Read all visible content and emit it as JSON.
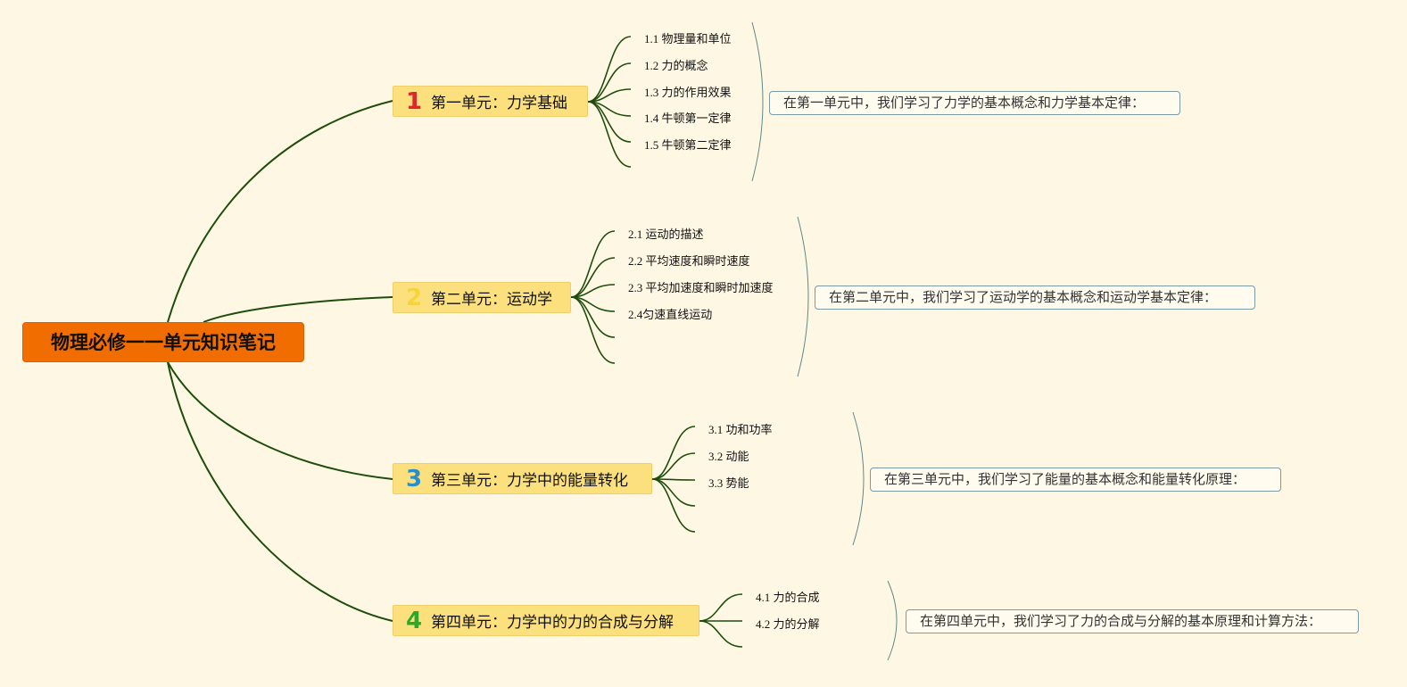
{
  "root": {
    "title": "物理必修一一单元知识笔记"
  },
  "units": [
    {
      "number": "1",
      "number_color": "#e0262c",
      "label": "第一单元：力学基础",
      "topics": [
        "1.1 物理量和单位",
        "1.2 力的概念",
        "1.3 力的作用效果",
        "1.4 牛顿第一定律",
        "1.5 牛顿第二定律"
      ],
      "summary": "在第一单元中，我们学习了力学的基本概念和力学基本定律："
    },
    {
      "number": "2",
      "number_color": "#f7d43a",
      "label": "第二单元：运动学",
      "topics": [
        "2.1 运动的描述",
        "2.2 平均速度和瞬时速度",
        "2.3 平均加速度和瞬时加速度",
        "2.4匀速直线运动"
      ],
      "summary": "在第二单元中，我们学习了运动学的基本概念和运动学基本定律："
    },
    {
      "number": "3",
      "number_color": "#2a8fc8",
      "label": "第三单元：力学中的能量转化",
      "topics": [
        "3.1 功和功率",
        "3.2 动能",
        "3.3 势能"
      ],
      "summary": "在第三单元中，我们学习了能量的基本概念和能量转化原理："
    },
    {
      "number": "4",
      "number_color": "#2ea82b",
      "label": "第四单元：力学中的力的合成与分解",
      "topics": [
        "4.1 力的合成",
        "4.2 力的分解"
      ],
      "summary": "在第四单元中，我们学习了力的合成与分解的基本原理和计算方法："
    }
  ],
  "colors": {
    "background": "#fef7e4",
    "root_fill": "#f26d00",
    "unit_fill": "#fbe07d",
    "branch_line": "#1f4d0c",
    "bracket_line": "#5f8a86"
  }
}
